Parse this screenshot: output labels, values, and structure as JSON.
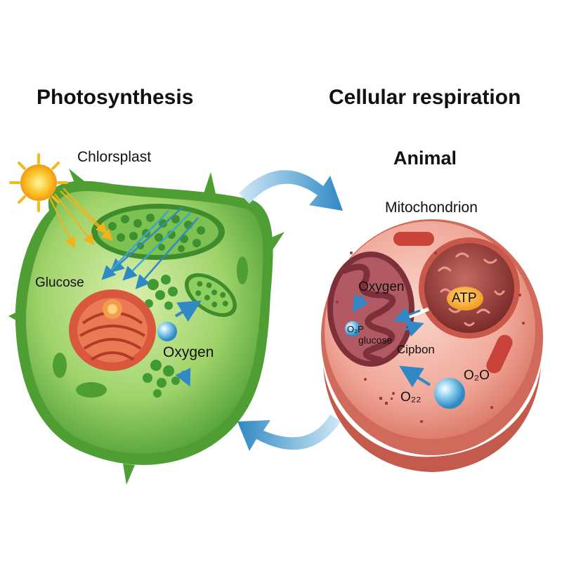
{
  "titles": {
    "left": "Photosynthesis",
    "right": "Cellular respiration"
  },
  "plant": {
    "chloroplast_label": "Chlorsplast",
    "glucose_label": "Glucose",
    "oxygen_label": "Oxygen"
  },
  "animal": {
    "heading": "Animal",
    "mitochondrion_label": "Mitochondrion",
    "oxygen_label": "Oxygen",
    "atp_label": "ATP",
    "glucose_label": "glucose",
    "co2_label": "O₂P",
    "carbon_label": "Cipbon",
    "o2_label": "O₂O",
    "o22_label": "O₂₂"
  },
  "colors": {
    "plant_green": "#6cbf4a",
    "plant_dark": "#3e8f2e",
    "animal_pink": "#e98a7c",
    "animal_dark": "#b85545",
    "cycle_arrow": "#3a93c9",
    "sun": "#f7b81c"
  },
  "icons": [
    "sun-icon",
    "cycle-arrow-icon",
    "light-ray-icon"
  ]
}
